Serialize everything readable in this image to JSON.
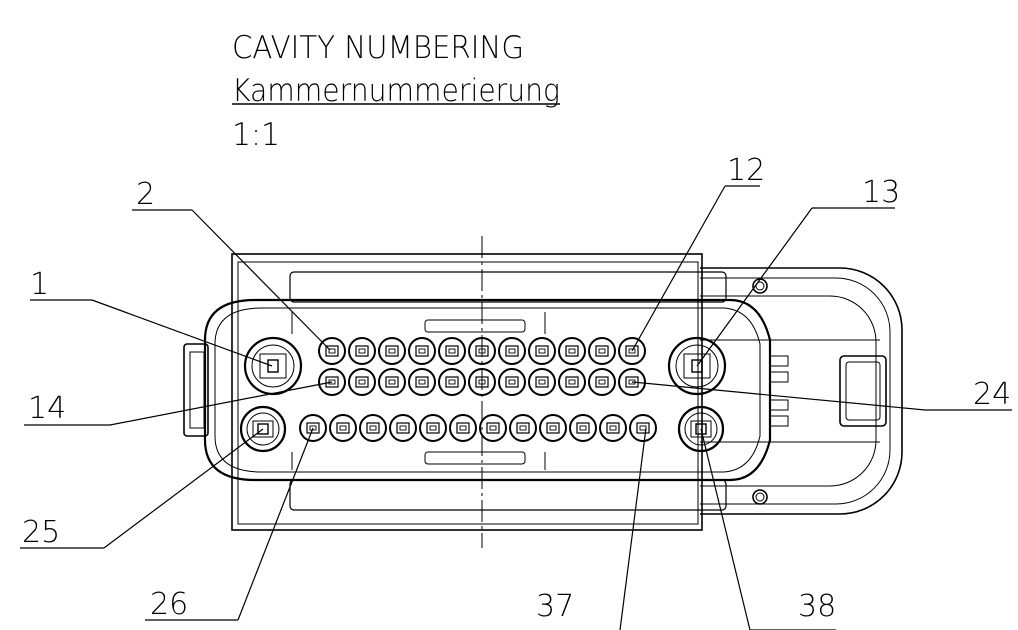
{
  "header": {
    "title": "CAVITY NUMBERING",
    "subtitle": "Kammernummerierung",
    "scale": "1:1"
  },
  "callouts": {
    "c1": "1",
    "c2": "2",
    "c12": "12",
    "c13": "13",
    "c14": "14",
    "c24": "24",
    "c25": "25",
    "c26": "26",
    "c37": "37",
    "c38": "38"
  },
  "colors": {
    "line": "#000000",
    "background": "#ffffff"
  }
}
